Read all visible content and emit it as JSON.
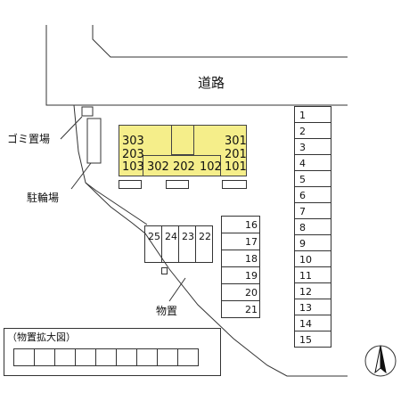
{
  "road_label": "道路",
  "garbage_label": "ゴミ置場",
  "bicycle_label": "駐輪場",
  "storage_label": "物置",
  "storage_enlarged_label": "（物置拡大図）",
  "building": {
    "fill_color": "#f5ee8a",
    "left_column": [
      "303",
      "203",
      "103"
    ],
    "right_column": [
      "301",
      "201",
      "101"
    ],
    "bottom_row": [
      "302",
      "202",
      "102"
    ]
  },
  "parking_right": [
    "1",
    "2",
    "3",
    "4",
    "5",
    "6",
    "7",
    "8",
    "9",
    "10",
    "11",
    "12",
    "13",
    "14",
    "15"
  ],
  "parking_middle": [
    "16",
    "17",
    "18",
    "19",
    "20",
    "21"
  ],
  "parking_top": [
    "25",
    "24",
    "23",
    "22"
  ],
  "north_icon": "north-arrow-icon"
}
